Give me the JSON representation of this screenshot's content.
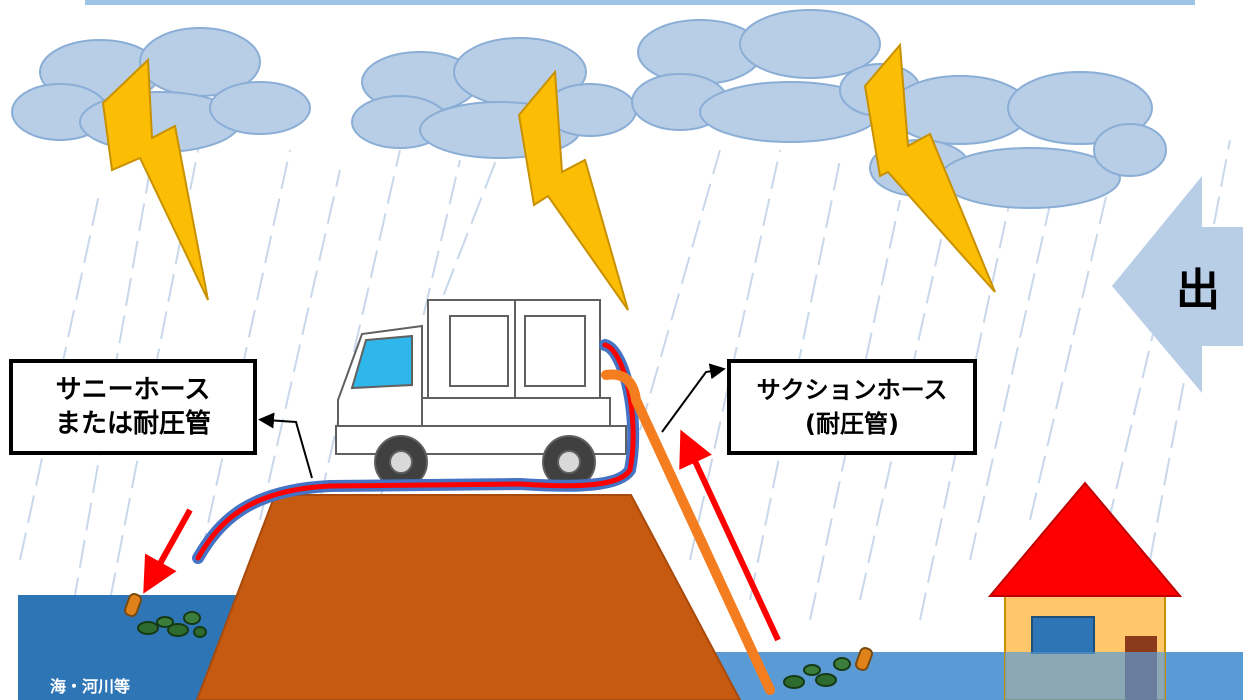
{
  "labels": {
    "left_line1": "サニーホース",
    "left_line2": "または耐圧管",
    "right_line1": "サクションホース",
    "right_line2": "(耐圧管)"
  },
  "water_label": "海・河川等",
  "big_arrow_text": "出",
  "colors": {
    "sky_cloud": "#b8cde6",
    "lightning": "#fcbd05",
    "rain": "#c8d8ea",
    "water": "#2e75b6",
    "embankment": "#c65a11",
    "hose_red": "#ff0000",
    "hose_blue": "#4472c4",
    "suction_hose": "#f47d20",
    "house_roof": "#ff0000",
    "house_wall": "#ffc66a",
    "house_window": "#2e75b6",
    "house_door": "#8b3a1a",
    "big_arrow": "#b8cde6"
  },
  "icons": [
    "cloud-icon",
    "lightning-icon",
    "pump-truck-icon",
    "house-icon",
    "debris-icon"
  ]
}
